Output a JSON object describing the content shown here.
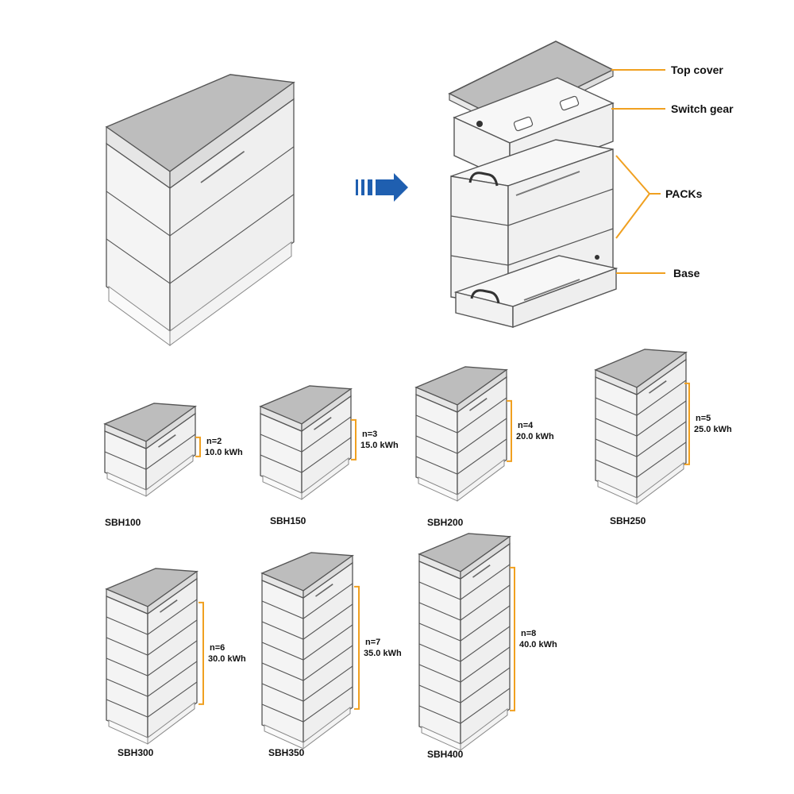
{
  "colors": {
    "accent": "#f0a020",
    "arrow": "#1f5fb0",
    "outline": "#555555",
    "lid": "#bdbdbd",
    "module": "#f4f4f4"
  },
  "exploded": {
    "callouts": [
      {
        "key": "top_cover",
        "text": "Top cover"
      },
      {
        "key": "switch_gear",
        "text": "Switch gear"
      },
      {
        "key": "packs",
        "text": "PACKs"
      },
      {
        "key": "base",
        "text": "Base"
      }
    ]
  },
  "models": [
    {
      "name": "SBH100",
      "n": "n=2",
      "kwh": "10.0 kWh",
      "packs": 2
    },
    {
      "name": "SBH150",
      "n": "n=3",
      "kwh": "15.0 kWh",
      "packs": 3
    },
    {
      "name": "SBH200",
      "n": "n=4",
      "kwh": "20.0 kWh",
      "packs": 4
    },
    {
      "name": "SBH250",
      "n": "n=5",
      "kwh": "25.0 kWh",
      "packs": 5
    },
    {
      "name": "SBH300",
      "n": "n=6",
      "kwh": "30.0 kWh",
      "packs": 6
    },
    {
      "name": "SBH350",
      "n": "n=7",
      "kwh": "35.0 kWh",
      "packs": 7
    },
    {
      "name": "SBH400",
      "n": "n=8",
      "kwh": "40.0 kWh",
      "packs": 8
    }
  ]
}
